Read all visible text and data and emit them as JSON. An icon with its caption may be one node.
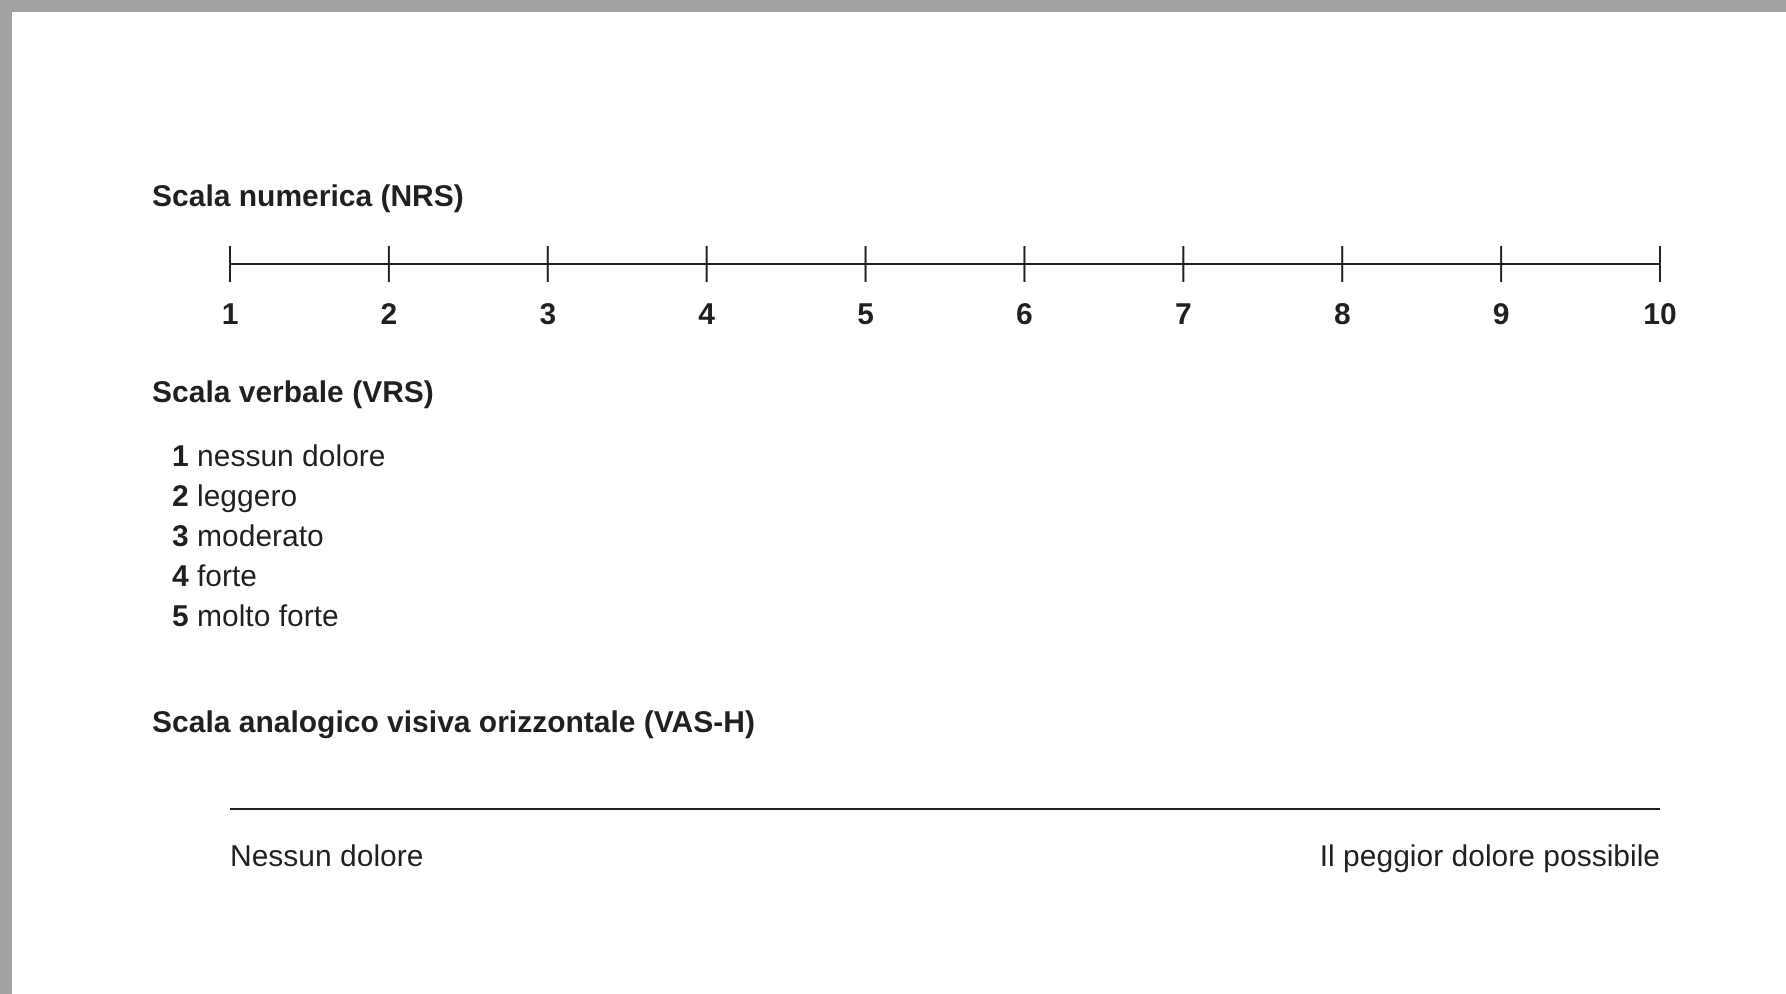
{
  "diagram": {
    "labels": [
      "Scala numerica (NRS)",
      "1",
      "2",
      "3",
      "4",
      "5",
      "6",
      "7",
      "8",
      "9",
      "10",
      "Scala verbale (VRS)",
      "**1** nessun dolore",
      "**2** leggero",
      "**3** moderato",
      "**4** forte",
      "**5** molto forte",
      "Scala analogico visiva orizzontale (VAS-H)",
      "Nessun dolore",
      "Il peggior dolore possibile"
    ]
  }
}
